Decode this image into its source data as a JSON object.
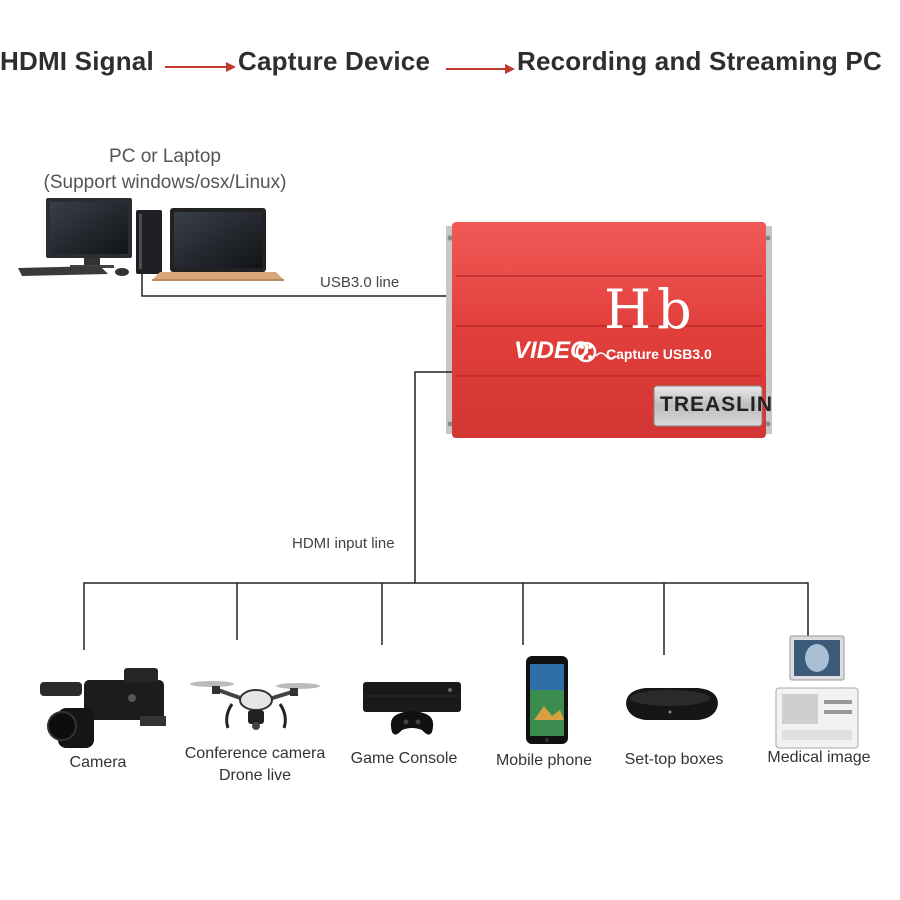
{
  "header": {
    "step1": "HDMI Signal",
    "step2": "Capture Device",
    "step3": "Recording and Streaming PC"
  },
  "pc": {
    "caption_line1": "PC or Laptop",
    "caption_line2": "(Support windows/osx/Linux)"
  },
  "links": {
    "usb": "USB3.0 line",
    "hdmi": "HDMI input line"
  },
  "capture_device": {
    "video_text": "VIDEO",
    "hd_text": "Hb",
    "subtitle": "Capture USB3.0",
    "brand": "TREASLIN",
    "color": "#e8403e"
  },
  "sources": [
    {
      "label": "Camera",
      "icon": "video-camera-icon"
    },
    {
      "label": "Conference camera",
      "label2": "Drone live",
      "icon": "drone-icon"
    },
    {
      "label": "Game Console",
      "icon": "game-console-icon"
    },
    {
      "label": "Mobile phone",
      "icon": "mobile-phone-icon"
    },
    {
      "label": "Set-top boxes",
      "icon": "set-top-box-icon"
    },
    {
      "label": "Medical image",
      "icon": "medical-scanner-icon"
    }
  ],
  "colors": {
    "arrow": "#c0392b",
    "line": "#222222"
  }
}
